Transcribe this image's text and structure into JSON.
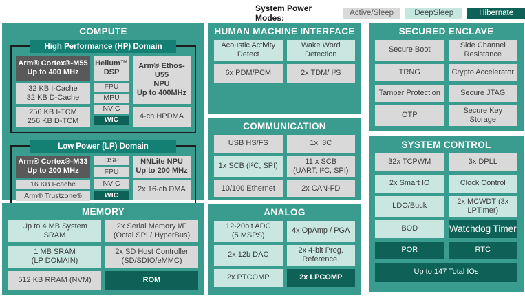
{
  "legend": {
    "label": "System Power Modes:",
    "modes": [
      {
        "label": "Active/Sleep"
      },
      {
        "label": "DeepSleep"
      },
      {
        "label": "Hibernate"
      }
    ]
  },
  "colors": {
    "panel_teal": "#3a9c8f",
    "domain_header_teal": "#148074",
    "hibernate_dark_teal": "#0d6156",
    "deepsleep_light_teal": "#c9e7e0",
    "active_sleep_gray": "#d9d9d9",
    "cpu_dark_gray": "#595959"
  },
  "compute": {
    "title": "COMPUTE",
    "hp": {
      "title": "High Performance (HP) Domain",
      "cpu": "Arm® Cortex®-M55\nUp to 400 MHz",
      "helium": "Helium™\nDSP",
      "ethos": "Arm® Ethos-U55\nNPU\nUp to 400MHz",
      "caches": "32 KB I-Cache\n32 KB D-Cache",
      "fpu": "FPU",
      "mpu": "MPU",
      "nvic": "NVIC",
      "wic": "WIC",
      "tcm": "256 KB I-TCM\n256 KB D-TCM",
      "hpdma": "4-ch HPDMA"
    },
    "lp": {
      "title": "Low Power (LP) Domain",
      "cpu": "Arm® Cortex®-M33\nUp to 200 MHz",
      "dsp": "DSP",
      "fpu": "FPU",
      "nvic": "NVIC",
      "wic": "WIC",
      "icache": "16 KB I-cache",
      "trustzone": "Arm® Trustzone®",
      "nnlite": "NNLite NPU\nUp to 200 MHz",
      "dma": "2x 16-ch DMA"
    }
  },
  "memory": {
    "title": "MEMORY",
    "boxes": [
      "Up to 4 MB System\nSRAM",
      "2x Serial Memory I/F\n(Octal SPI / HyperBus)",
      "1 MB SRAM\n(LP DOMAIN)",
      "2x SD Host Controller\n(SD/SDIO/eMMC)",
      "512 KB RRAM (NVM)",
      "ROM"
    ]
  },
  "hmi": {
    "title": "HUMAN MACHINE INTERFACE",
    "boxes": [
      "Acoustic Activity\nDetect",
      "Wake Word\nDetection",
      "6x PDM/PCM",
      "2x TDM/ I²S"
    ]
  },
  "communication": {
    "title": "COMMUNICATION",
    "boxes": [
      "USB HS/FS",
      "1x I3C",
      "1x SCB (I²C, SPI)",
      "11 x SCB\n(UART, I²C, SPI)",
      "10/100 Ethernet",
      "2x CAN-FD"
    ]
  },
  "analog": {
    "title": "ANALOG",
    "boxes": [
      "12-20bit ADC\n(5 MSPS)",
      "4x OpAmp / PGA",
      "2x 12b DAC",
      "2x 4-bit Prog.\nReference.",
      "2x PTCOMP",
      "2x LPCOMP"
    ]
  },
  "secured_enclave": {
    "title": "SECURED ENCLAVE",
    "boxes": [
      "Secure Boot",
      "Side Channel\nResistance",
      "TRNG",
      "Crypto Accelerator",
      "Tamper Protection",
      "Secure JTAG",
      "OTP",
      "Secure Key\nStorage"
    ]
  },
  "system_control": {
    "title": "SYSTEM CONTROL",
    "boxes": [
      "32x TCPWM",
      "3x DPLL",
      "2x Smart IO",
      "Clock Control",
      "LDO/Buck",
      "2x MCWDT (3x\nLPTimer)",
      "BOD",
      "Watchdog Timer",
      "POR",
      "RTC",
      "Up to 147 Total IOs"
    ]
  }
}
